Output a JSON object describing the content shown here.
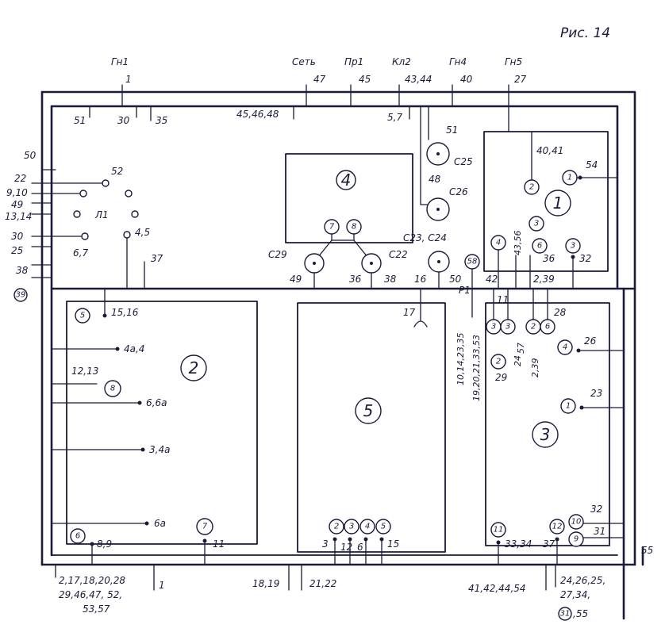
{
  "figure": {
    "caption": "Рис. 14"
  },
  "top_connectors": [
    {
      "name": "Гн1",
      "wire": "1"
    },
    {
      "name": "Сеть",
      "wire": "47"
    },
    {
      "name": "Пр1",
      "wire": "45"
    },
    {
      "name": "Кл2",
      "wire": "43,44"
    },
    {
      "name": "Гн4",
      "wire": "40"
    },
    {
      "name": "Гн5",
      "wire": "27"
    }
  ],
  "top_bus_labels": {
    "w51": "51",
    "w30": "30",
    "w35": "35",
    "w454648": "45,46,48",
    "w57": "5,7"
  },
  "left_side": {
    "wires": [
      "50",
      "22",
      "9,10",
      "49",
      "13,14",
      "30",
      "25",
      "38"
    ],
    "circled": "39",
    "lamp": "Л1",
    "lamp_pins": {
      "p52": "52",
      "p67": "6,7",
      "p45": "4,5"
    },
    "w37": "37"
  },
  "blocks": {
    "b1": "1",
    "b2": "2",
    "b3": "3",
    "b4": "4",
    "b5": "5"
  },
  "capacitors": {
    "c25": {
      "name": "С25",
      "wire": "51"
    },
    "c26": {
      "name": "С26",
      "wire": "48"
    },
    "c29": {
      "name": "С29",
      "wire": "49"
    },
    "c22": {
      "name": "С22",
      "wire": "38"
    },
    "c2324": {
      "name": "С23, С24",
      "wire": "16"
    }
  },
  "block4_pins": {
    "p7": "7",
    "p8": "8",
    "w36": "36"
  },
  "block1": {
    "pins": {
      "p2": "2",
      "p1": "1",
      "p3a": "3",
      "p4": "4",
      "p6": "6",
      "p3b": "3"
    },
    "wires": {
      "w4041": "40,41",
      "w54": "54",
      "w4356": "43,56",
      "w36": "36",
      "w32": "32",
      "w42": "42",
      "w239": "2,39"
    }
  },
  "block2": {
    "pins": {
      "p5": "5",
      "p8": "8",
      "p6": "6",
      "p7": "7"
    },
    "wires": {
      "w1516": "15,16",
      "w4a4": "4а,4",
      "w1213": "12,13",
      "w66a": "6,6а",
      "w34a": "3,4а",
      "w6a": "6а",
      "w89": "8,9",
      "w11": "11"
    }
  },
  "block5": {
    "pins": [
      "2",
      "3",
      "4",
      "5"
    ],
    "wires": {
      "w3": "3",
      "w12": "12",
      "w6": "6",
      "w15": "15"
    },
    "w17": "17",
    "w50": "50",
    "p58": "58",
    "r1": "Р1",
    "vert_wires": [
      "10,14,23,35",
      "19,20,21,33,53"
    ]
  },
  "block3": {
    "top_pins": [
      "3",
      "3",
      "2",
      "6"
    ],
    "pins": {
      "p2": "2",
      "p4": "4",
      "p1": "1",
      "p11": "11",
      "p12": "12",
      "p10": "10",
      "p9": "9"
    },
    "wires": {
      "w11": "11",
      "w28": "28",
      "w29": "29",
      "w26": "26",
      "w23": "23",
      "w32": "32",
      "w31": "31",
      "w3334": "33,34",
      "w37": "37",
      "w24": "24",
      "w57": "57",
      "w239": "2,39"
    }
  },
  "bottom_bus": {
    "group1": "2,17,18,20,28",
    "group1b": "29,46,47, 52,",
    "group1c": "53,57",
    "w1": "1",
    "w1819": "18,19",
    "w2122": "21,22",
    "w41": "41,42,44,54",
    "right1": "24,26,25,",
    "right2": "27,34,",
    "right_circled": "31",
    "right3": ",55",
    "w55": "55"
  }
}
